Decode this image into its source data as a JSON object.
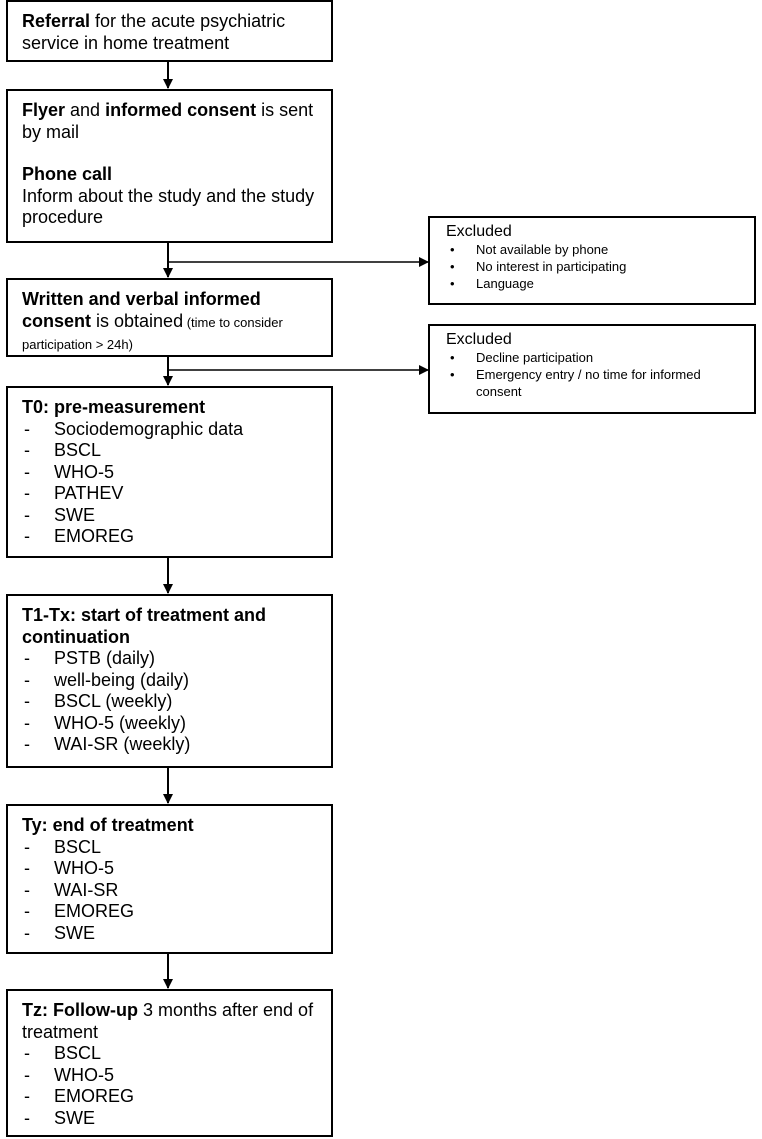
{
  "referral": {
    "bold": "Referral",
    "text": " for the acute psychiatric service in home treatment"
  },
  "contact": {
    "flyer_bold": "Flyer",
    "flyer_and": " and ",
    "consent_bold": "informed consent",
    "flyer_rest": " is sent by mail",
    "phone_title": "Phone call",
    "phone_text": "Inform about the study and the study procedure"
  },
  "excluded_1": {
    "title": "Excluded",
    "items": [
      "Not available by phone",
      "No interest in participating",
      "Language"
    ]
  },
  "consent": {
    "bold": "Written and verbal informed consent",
    "text": " is obtained",
    "note": " (time to consider participation > 24h)"
  },
  "excluded_2": {
    "title": "Excluded",
    "items": [
      "Decline participation",
      "Emergency entry / no time for informed consent"
    ]
  },
  "t0": {
    "title": "T0: pre-measurement",
    "items": [
      "Sociodemographic data",
      "BSCL",
      "WHO-5",
      "PATHEV",
      "SWE",
      "EMOREG"
    ]
  },
  "t1": {
    "title": "T1-Tx: start of treatment and continuation",
    "items": [
      "PSTB (daily)",
      "well-being (daily)",
      "BSCL (weekly)",
      "WHO-5 (weekly)",
      "WAI-SR (weekly)"
    ]
  },
  "ty": {
    "title": "Ty: end of treatment",
    "items": [
      "BSCL",
      "WHO-5",
      "WAI-SR",
      "EMOREG",
      "SWE"
    ]
  },
  "tz": {
    "title_bold": "Tz: Follow-up",
    "title_rest": " 3 months after end of treatment",
    "items": [
      "BSCL",
      "WHO-5",
      "EMOREG",
      "SWE"
    ]
  }
}
